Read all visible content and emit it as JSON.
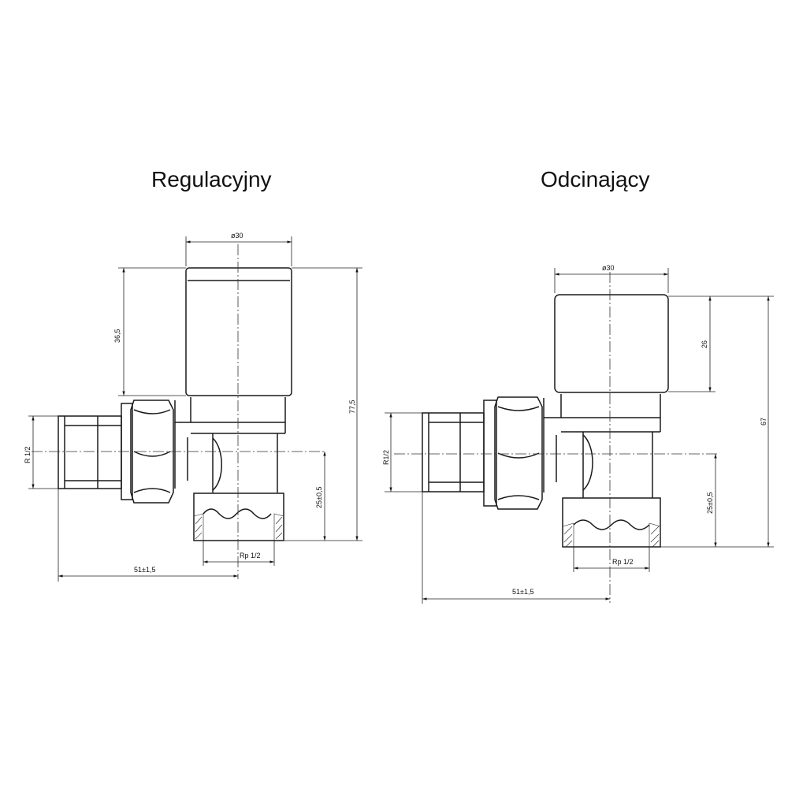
{
  "titles": {
    "left": "Regulacyjny",
    "right": "Odcinający"
  },
  "left_drawing": {
    "diameter": "ø30",
    "handle_height": "36,5",
    "total_height": "77,5",
    "inlet_thread": "R 1/2",
    "outlet_offset": "25±0,5",
    "outlet_thread": "Rp 1/2",
    "inlet_length": "51±1,5"
  },
  "right_drawing": {
    "diameter": "ø30",
    "handle_height": "26",
    "total_height": "67",
    "inlet_thread": "R1/2",
    "outlet_offset": "25±0,5",
    "outlet_thread": "Rp 1/2",
    "inlet_length": "51±1,5"
  }
}
